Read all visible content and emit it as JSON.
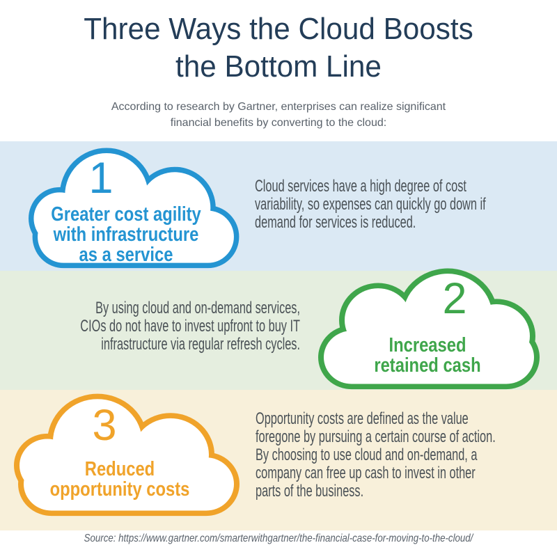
{
  "title_lines": [
    "Three Ways the Cloud Boosts",
    "the Bottom Line"
  ],
  "subtitle_lines": [
    "According to research by Gartner, enterprises can realize significant",
    "financial benefits by converting to the cloud:"
  ],
  "sections": [
    {
      "number": "1",
      "label_lines": [
        "Greater cost agility",
        "with infrastructure",
        "as a service"
      ],
      "body_lines": [
        "Cloud services have a high degree of cost",
        "variability, so expenses can quickly go down if",
        "demand for services is reduced."
      ],
      "accent_color": "#2494d2",
      "band_color": "#dbe9f4"
    },
    {
      "number": "2",
      "label_lines": [
        "Increased",
        "retained cash"
      ],
      "body_lines": [
        "By using cloud and on-demand services,",
        "CIOs do not have to invest upfront to buy IT",
        "infrastructure via regular refresh cycles."
      ],
      "accent_color": "#3fa64b",
      "band_color": "#e5eedf"
    },
    {
      "number": "3",
      "label_lines": [
        "Reduced",
        "opportunity costs"
      ],
      "body_lines": [
        "Opportunity costs are defined as the value",
        "foregone by pursuing a certain course of action.",
        "By choosing to use cloud and on-demand, a",
        "company can free up cash to invest in other",
        "parts of the business."
      ],
      "accent_color": "#f0a32a",
      "band_color": "#f8f0da"
    }
  ],
  "source_line": "Source: https://www.gartner.com/smarterwithgartner/the-financial-case-for-moving-to-the-cloud/",
  "colors": {
    "title_color": "#233d58",
    "text_muted": "#5a626b",
    "text_body": "#4a5156",
    "page_bg": "#ffffff"
  }
}
